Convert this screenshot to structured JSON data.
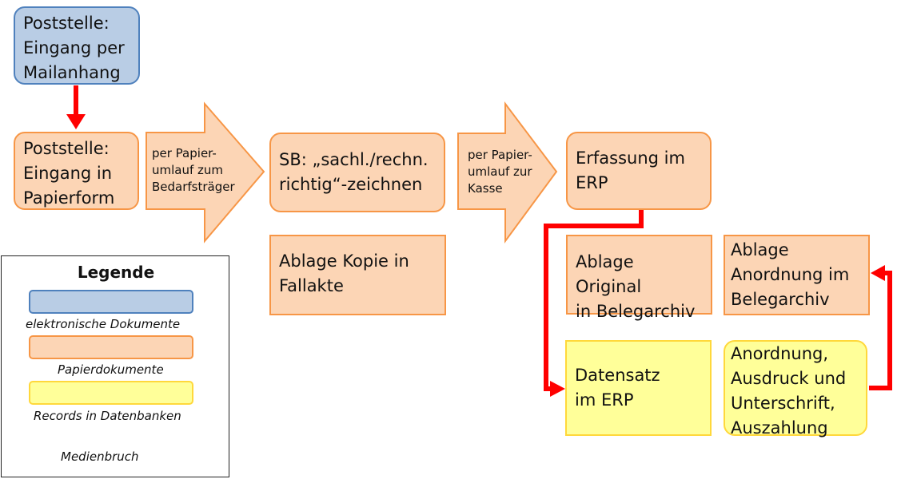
{
  "boxes": {
    "mail": "Poststelle:\nEingang per\nMailanhang",
    "paper": "Poststelle:\nEingang in\nPapierform",
    "sb": "SB: „sachl./rechn.\nrichtig“-zeichnen",
    "ablage_kopie": "Ablage Kopie in\nFallakte",
    "erfassung": "Erfassung im\nERP",
    "ablage_original": "Ablage Original\nin Belegarchiv",
    "ablage_anordnung": "Ablage\nAnordnung im\nBelegarchiv",
    "datensatz": "Datensatz\nim ERP",
    "anordnung": "Anordnung,\nAusdruck und\nUnterschrift,\nAuszahlung"
  },
  "arrows": {
    "umlauf1": "per Papier-\numlauf zum\nBedarfsträger",
    "umlauf2": "per Papier-\numlauf zur\nKasse"
  },
  "legend": {
    "title": "Legende",
    "electronic": "elektronische Dokumente",
    "paper": "Papierdokumente",
    "records": "Records in Datenbanken",
    "break": "Medienbruch"
  },
  "colors": {
    "electronic_fill": "#b9cde5",
    "paper_fill": "#fcd5b5",
    "records_fill": "#ffff99",
    "media_break": "#ff0000"
  }
}
